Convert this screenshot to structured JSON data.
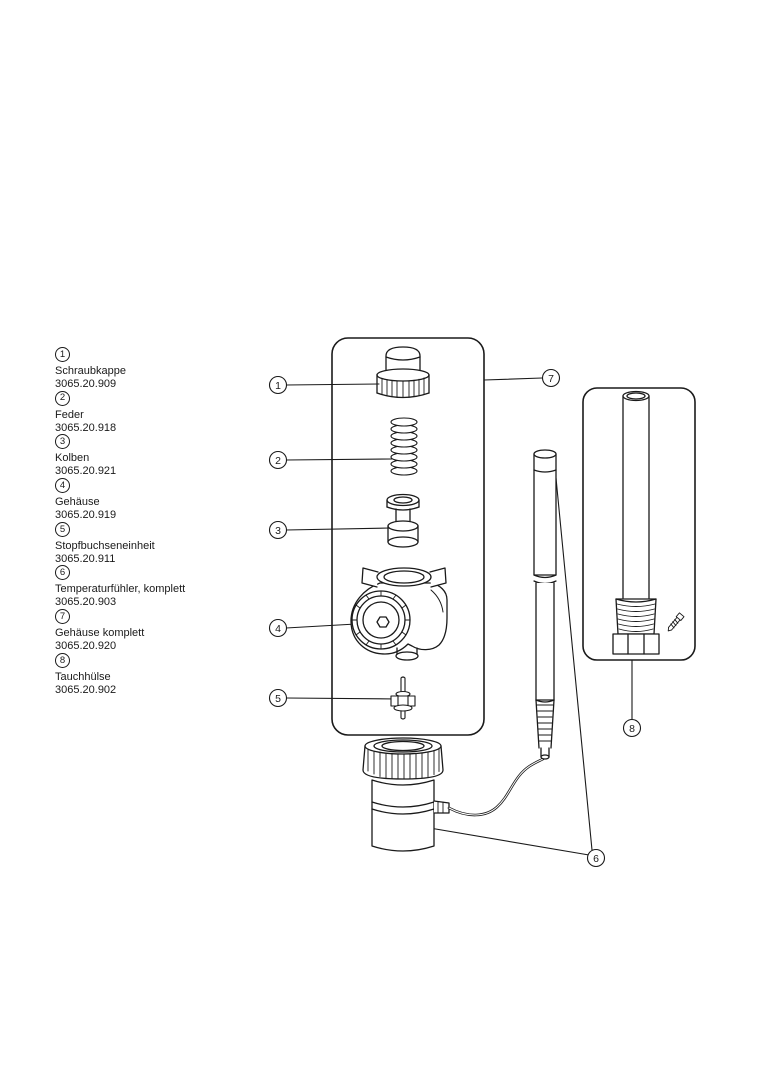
{
  "colors": {
    "line": "#1a1a1a",
    "background": "#ffffff"
  },
  "parts_list": {
    "items": [
      {
        "number": "1",
        "name": "Schraubkappe",
        "part_no": "3065.20.909"
      },
      {
        "number": "2",
        "name": "Feder",
        "part_no": "3065.20.918"
      },
      {
        "number": "3",
        "name": "Kolben",
        "part_no": "3065.20.921"
      },
      {
        "number": "4",
        "name": "Gehäuse",
        "part_no": "3065.20.919"
      },
      {
        "number": "5",
        "name": "Stopfbuchseneinheit",
        "part_no": "3065.20.911"
      },
      {
        "number": "6",
        "name": "Temperaturfühler, komplett",
        "part_no": "3065.20.903"
      },
      {
        "number": "7",
        "name": "Gehäuse komplett",
        "part_no": "3065.20.920"
      },
      {
        "number": "8",
        "name": "Tauchhülse",
        "part_no": "3065.20.902"
      }
    ]
  },
  "diagram": {
    "callouts": [
      {
        "label": "1"
      },
      {
        "label": "2"
      },
      {
        "label": "3"
      },
      {
        "label": "4"
      },
      {
        "label": "5"
      },
      {
        "label": "6"
      },
      {
        "label": "7"
      },
      {
        "label": "8"
      }
    ]
  }
}
